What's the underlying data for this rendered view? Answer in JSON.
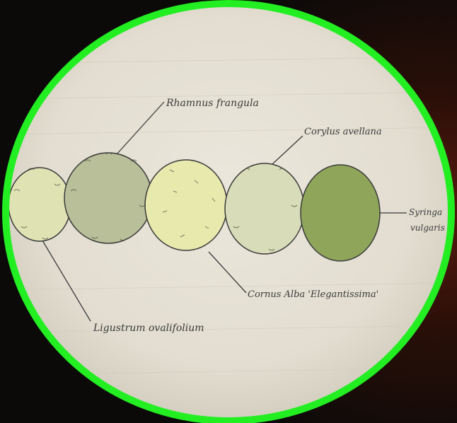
{
  "drawing": {
    "labels": {
      "rhamnus": "Rhamnus frangula",
      "corylus": "Corylus avellana",
      "syringa_1": "Syringa",
      "syringa_2": "vulgaris",
      "cornus": "Cornus Alba 'Elegantissima'",
      "ligustrum": "Ligustrum ovalifolium"
    },
    "plants": [
      {
        "name": "Ligustrum ovalifolium",
        "fill": "#dfe3b4"
      },
      {
        "name": "Rhamnus frangula",
        "fill": "#b9bf98"
      },
      {
        "name": "Cornus Alba 'Elegantissima'",
        "fill": "#e7e9ad"
      },
      {
        "name": "Corylus avellana",
        "fill": "#d9dcb8"
      },
      {
        "name": "Syringa vulgaris",
        "fill": "#8fa55a"
      }
    ],
    "colors": {
      "frame": "#22ee22",
      "paper": "#e6e2d6",
      "ink": "#3a3a3a",
      "background": "#0c0a09",
      "background_accent": "#5a1a0e"
    }
  }
}
